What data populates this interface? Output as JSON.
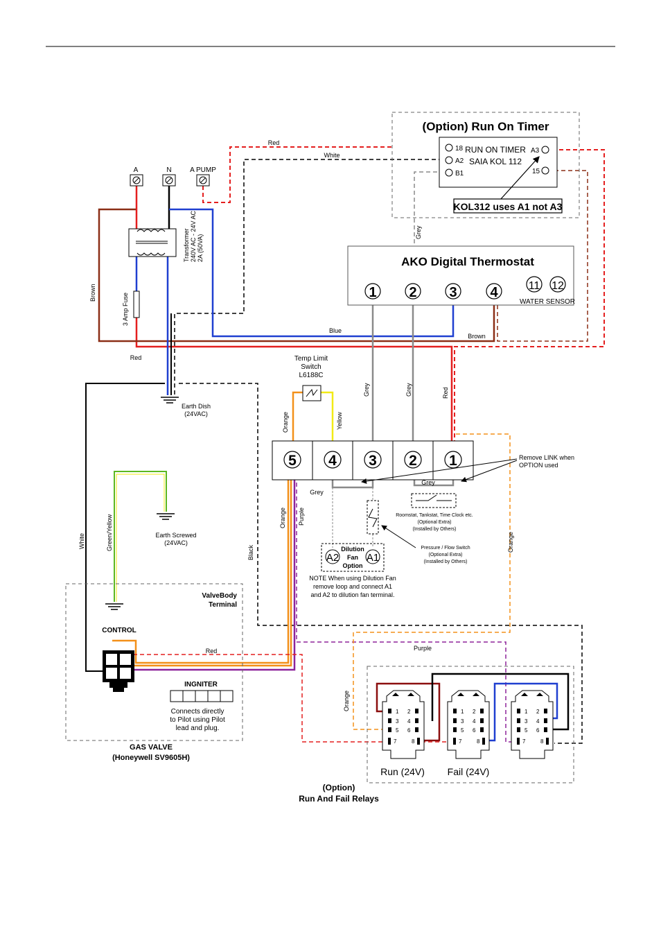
{
  "run_on_timer": {
    "title": "(Option) Run On Timer",
    "device_line1": "RUN ON TIMER",
    "device_line2": "SAIA KOL 112",
    "terminal_18": "18",
    "terminal_a2": "A2",
    "terminal_b1": "B1",
    "terminal_a3": "A3",
    "terminal_15": "15",
    "note": "KOL312 uses A1 not A3"
  },
  "supply": {
    "a": "A",
    "n": "N",
    "a_pump": "A PUMP",
    "transformer_line1": "Transformer",
    "transformer_line2": "240V AC - 24V AC",
    "transformer_line3": "2A (50VA)",
    "fuse": "3 Amp Fuse"
  },
  "thermostat": {
    "title": "AKO Digital Thermostat",
    "t1": "1",
    "t2": "2",
    "t3": "3",
    "t4": "4",
    "t11": "11",
    "t12": "12",
    "water_sensor": "WATER SENSOR"
  },
  "wire_labels": {
    "red_top": "Red",
    "white_top": "White",
    "grey_timer": "Grey",
    "brown_left": "Brown",
    "blue": "Blue",
    "brown_right": "Brown",
    "red_left": "Red",
    "grey_a": "Grey",
    "grey_b": "Grey",
    "red_mid": "Red",
    "orange_up": "Orange",
    "yellow": "Yellow",
    "grey_loop": "Grey",
    "grey_link": "Grey",
    "white_left": "White",
    "green_yellow": "Green/Yellow",
    "black": "Black",
    "orange_down": "Orange",
    "purple_down": "Purple",
    "orange_right": "Orange",
    "red_valve": "Red",
    "purple_relay": "Purple",
    "orange_relay": "Orange"
  },
  "earth": {
    "dish_line1": "Earth Dish",
    "dish_line2": "(24VAC)",
    "screwed_line1": "Earth Screwed",
    "screwed_line2": "(24VAC)"
  },
  "temp_limit": {
    "line1": "Temp Limit",
    "line2": "Switch",
    "line3": "L6188C"
  },
  "terminal_block": {
    "t5": "5",
    "t4": "4",
    "t3": "3",
    "t2": "2",
    "t1": "1"
  },
  "notes": {
    "remove_link_line1": "Remove LINK when",
    "remove_link_line2": "OPTION used",
    "roomstat_line1": "Roomstat, Tankstat, Time Clock etc.",
    "roomstat_line2": "(Optional Extra)",
    "roomstat_line3": "(Installed by Others)",
    "pressure_line1": "Pressure / Flow Switch",
    "pressure_line2": "(Optional Extra)",
    "pressure_line3": "(Installed by Others)",
    "dilution_a2": "A2",
    "dilution_a1": "A1",
    "dilution_line1": "Dilution",
    "dilution_line2": "Fan",
    "dilution_line3": "Option",
    "dilution_note_line1": "NOTE When using Dilution Fan",
    "dilution_note_line2": "remove loop and connect A1",
    "dilution_note_line3": "and A2 to dilution fan terminal."
  },
  "gas_valve": {
    "valvebody_line1": "ValveBody",
    "valvebody_line2": "Terminal",
    "control": "CONTROL",
    "igniter": "INGNITER",
    "igniter_note_line1": "Connects directly",
    "igniter_note_line2": "to Pilot using Pilot",
    "igniter_note_line3": "lead and plug.",
    "title_line1": "GAS VALVE",
    "title_line2": "(Honeywell SV9605H)"
  },
  "relays": {
    "run_label": "Run (24V)",
    "fail_label": "Fail (24V)",
    "pin1": "1",
    "pin2": "2",
    "pin3": "3",
    "pin4": "4",
    "pin5": "5",
    "pin6": "6",
    "pin7": "7",
    "pin8": "8",
    "title_line1": "(Option)",
    "title_line2": "Run And Fail Relays"
  },
  "colors": {
    "red": "#e41e1e",
    "brown": "#8b2e16",
    "blue": "#1f3fd0",
    "grey": "#8a8a8a",
    "orange": "#f39019",
    "yellow": "#f2ea16",
    "purple": "#8e249a",
    "green": "#5cb820",
    "black": "#000000",
    "dark_red": "#8b0e0e"
  }
}
